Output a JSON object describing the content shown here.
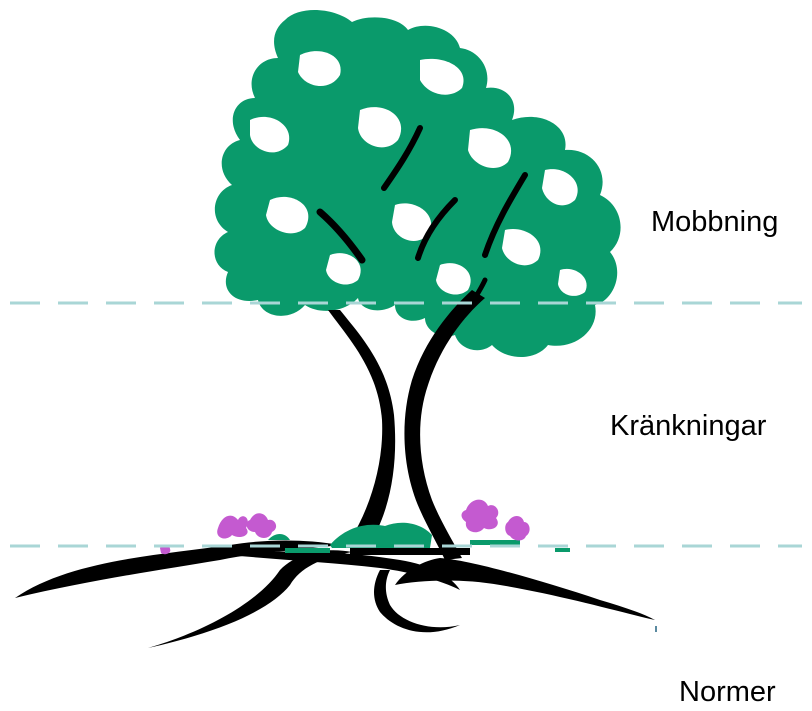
{
  "levels": [
    {
      "id": "top",
      "label": "Mobbning"
    },
    {
      "id": "middle",
      "label": "Kränkningar"
    },
    {
      "id": "bottom",
      "label": "Normer"
    }
  ],
  "colors": {
    "foliage": "#0a9a6b",
    "trunk": "#000000",
    "divider": "#a9d6d6",
    "flowers": "#c45ad0",
    "grass": "#0a9a6b",
    "background": "#ffffff"
  },
  "divider_style": "dashed"
}
